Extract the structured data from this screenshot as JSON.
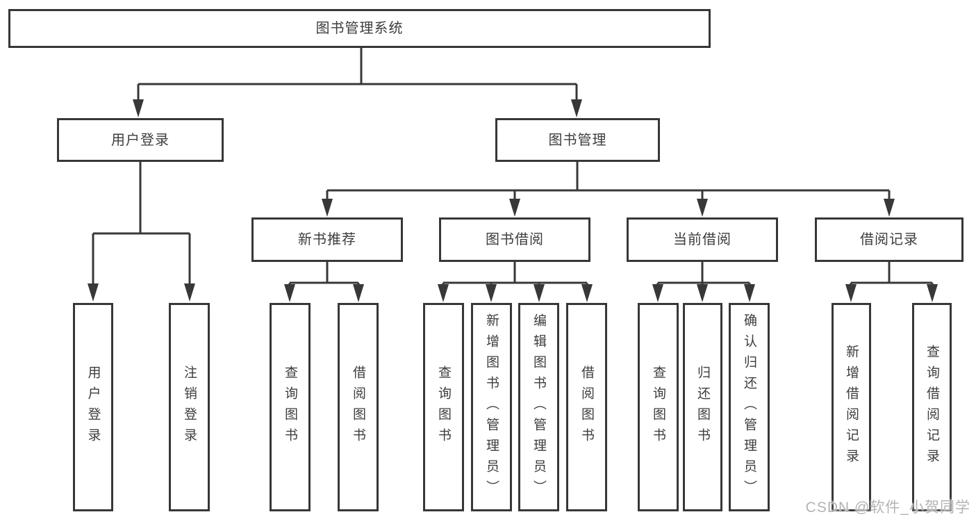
{
  "diagram": {
    "title": "图书管理系统",
    "root": {
      "label": "图书管理系统"
    },
    "level2": {
      "user_login": {
        "label": "用户登录"
      },
      "book_mgmt": {
        "label": "图书管理"
      }
    },
    "level3": {
      "new_books": {
        "label": "新书推荐"
      },
      "book_borrow": {
        "label": "图书借阅"
      },
      "current_borrow": {
        "label": "当前借阅"
      },
      "borrow_records": {
        "label": "借阅记录"
      }
    },
    "leaves": {
      "user_login": [
        "用户登录",
        "注销登录"
      ],
      "new_books": [
        "查询图书",
        "借阅图书"
      ],
      "book_borrow": [
        "查询图书",
        "新增图书（管理员）",
        "编辑图书（管理员）",
        "借阅图书"
      ],
      "current_borrow": [
        "查询图书",
        "归还图书",
        "确认归还（管理员）"
      ],
      "borrow_records": [
        "新增借阅记录",
        "查询借阅记录"
      ]
    },
    "line_color": "#383838",
    "box_border_color": "#373737",
    "text_color": "#3d3d3d"
  },
  "watermark": {
    "text": "CSDN @软件_小贺同学"
  }
}
